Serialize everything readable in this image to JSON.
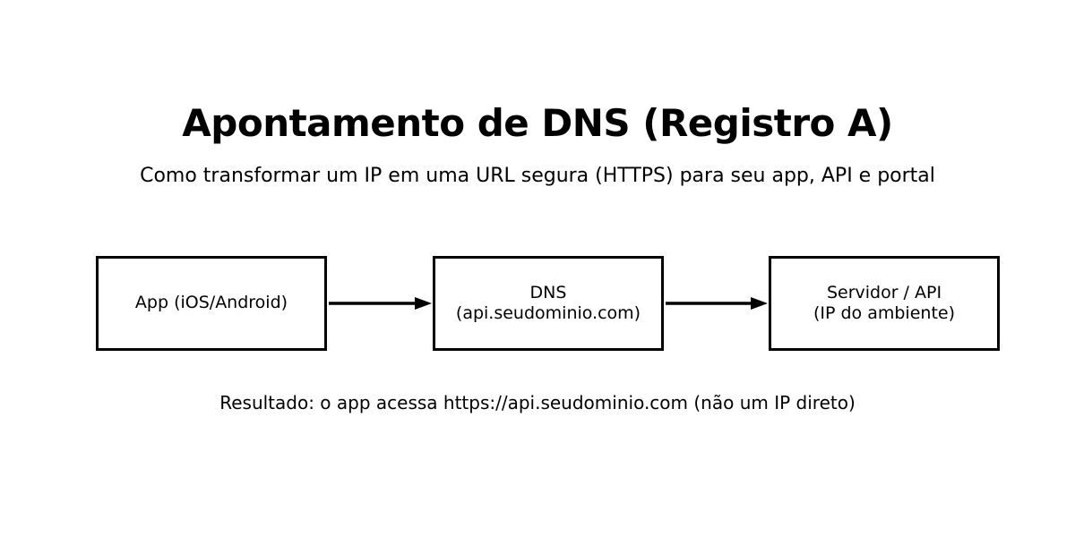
{
  "meta": {
    "background_color": "#ffffff",
    "foreground_color": "#000000"
  },
  "header": {
    "title": "Apontamento de DNS (Registro A)",
    "subtitle": "Como transformar um IP em uma URL segura (HTTPS) para seu app, API e portal"
  },
  "diagram": {
    "nodes": [
      {
        "id": "app",
        "lines": [
          "App (iOS/Android)"
        ]
      },
      {
        "id": "dns",
        "lines": [
          "DNS",
          "(api.seudominio.com)"
        ]
      },
      {
        "id": "server",
        "lines": [
          "Servidor / API",
          "(IP do ambiente)"
        ]
      }
    ],
    "arrows": [
      {
        "from": "app",
        "to": "dns"
      },
      {
        "from": "dns",
        "to": "server"
      }
    ]
  },
  "footer": {
    "result": "Resultado: o app acessa https://api.seudominio.com (não um IP direto)"
  }
}
